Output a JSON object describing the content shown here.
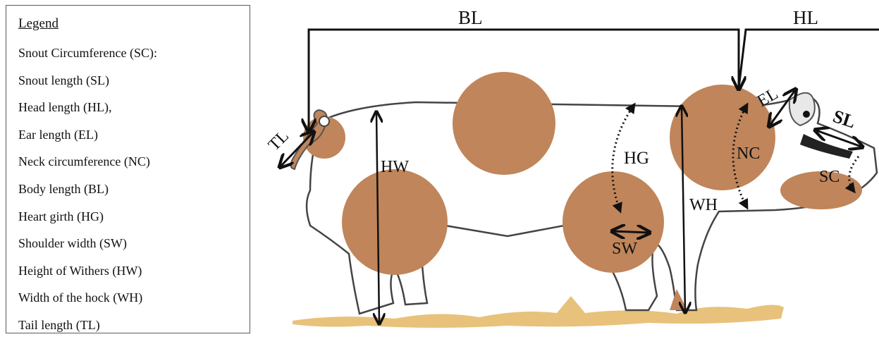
{
  "legend": {
    "title": "Legend",
    "items": [
      "Snout Circumference (SC):",
      "Snout length (SL)",
      "Head length (HL),",
      "Ear length (EL)",
      "Neck circumference (NC)",
      "Body length (BL)",
      "Heart girth (HG)",
      "Shoulder width (SW)",
      "Height of Withers (HW)",
      "Width of the hock (WH)",
      "Tail length (TL)"
    ]
  },
  "labels": {
    "bl": "BL",
    "hl": "HL",
    "el": "EL",
    "sl": "SL",
    "tl": "TL",
    "hw": "HW",
    "hg": "HG",
    "nc": "NC",
    "wh": "WH",
    "sc": "SC",
    "sw": "SW"
  },
  "colors": {
    "spot": "#c0855a",
    "ground": "#e8c27a",
    "outline": "#444444",
    "arrow": "#111111"
  }
}
